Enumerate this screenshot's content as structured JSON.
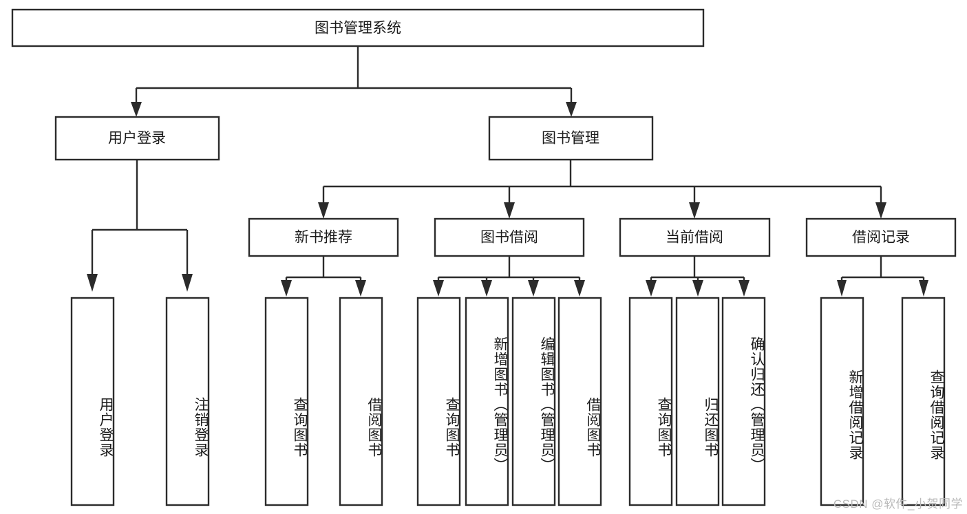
{
  "diagram": {
    "type": "hierarchy-tree",
    "title": "图书管理系统",
    "root": {
      "id": "root",
      "label": "图书管理系统",
      "orientation": "horizontal"
    },
    "level2": [
      {
        "id": "user-login",
        "label": "用户登录",
        "orientation": "horizontal"
      },
      {
        "id": "book-manage",
        "label": "图书管理",
        "orientation": "horizontal"
      }
    ],
    "level3": [
      {
        "id": "new-book-rec",
        "label": "新书推荐",
        "orientation": "horizontal",
        "parent": "book-manage"
      },
      {
        "id": "book-borrow",
        "label": "图书借阅",
        "orientation": "horizontal",
        "parent": "book-manage"
      },
      {
        "id": "current-borrow",
        "label": "当前借阅",
        "orientation": "horizontal",
        "parent": "book-manage"
      },
      {
        "id": "borrow-record",
        "label": "借阅记录",
        "orientation": "horizontal",
        "parent": "book-manage"
      }
    ],
    "leaves": [
      {
        "id": "leaf-user-login",
        "label": "用户登录",
        "orientation": "vertical",
        "parent": "user-login"
      },
      {
        "id": "leaf-user-logout",
        "label": "注销登录",
        "orientation": "vertical",
        "parent": "user-login"
      },
      {
        "id": "leaf-query-book-1",
        "label": "查询图书",
        "orientation": "vertical",
        "parent": "new-book-rec"
      },
      {
        "id": "leaf-borrow-book-1",
        "label": "借阅图书",
        "orientation": "vertical",
        "parent": "new-book-rec"
      },
      {
        "id": "leaf-query-book-2",
        "label": "查询图书",
        "orientation": "vertical",
        "parent": "book-borrow"
      },
      {
        "id": "leaf-add-book",
        "label": "新增图书（管理员）",
        "orientation": "vertical",
        "parent": "book-borrow"
      },
      {
        "id": "leaf-edit-book",
        "label": "编辑图书（管理员）",
        "orientation": "vertical",
        "parent": "book-borrow"
      },
      {
        "id": "leaf-borrow-book-2",
        "label": "借阅图书",
        "orientation": "vertical",
        "parent": "book-borrow"
      },
      {
        "id": "leaf-query-book-3",
        "label": "查询图书",
        "orientation": "vertical",
        "parent": "current-borrow"
      },
      {
        "id": "leaf-return-book",
        "label": "归还图书",
        "orientation": "vertical",
        "parent": "current-borrow"
      },
      {
        "id": "leaf-confirm-return",
        "label": "确认归还（管理员）",
        "orientation": "vertical",
        "parent": "current-borrow"
      },
      {
        "id": "leaf-add-record",
        "label": "新增借阅记录",
        "orientation": "vertical",
        "parent": "borrow-record"
      },
      {
        "id": "leaf-query-record",
        "label": "查询借阅记录",
        "orientation": "vertical",
        "parent": "borrow-record"
      }
    ],
    "colors": {
      "stroke": "#2b2b2b",
      "fill": "#ffffff",
      "text": "#1b1b1b",
      "watermark": "#b9b9b9",
      "background": "#ffffff"
    }
  },
  "watermark": {
    "text": "CSDN @软件_小贺同学"
  }
}
